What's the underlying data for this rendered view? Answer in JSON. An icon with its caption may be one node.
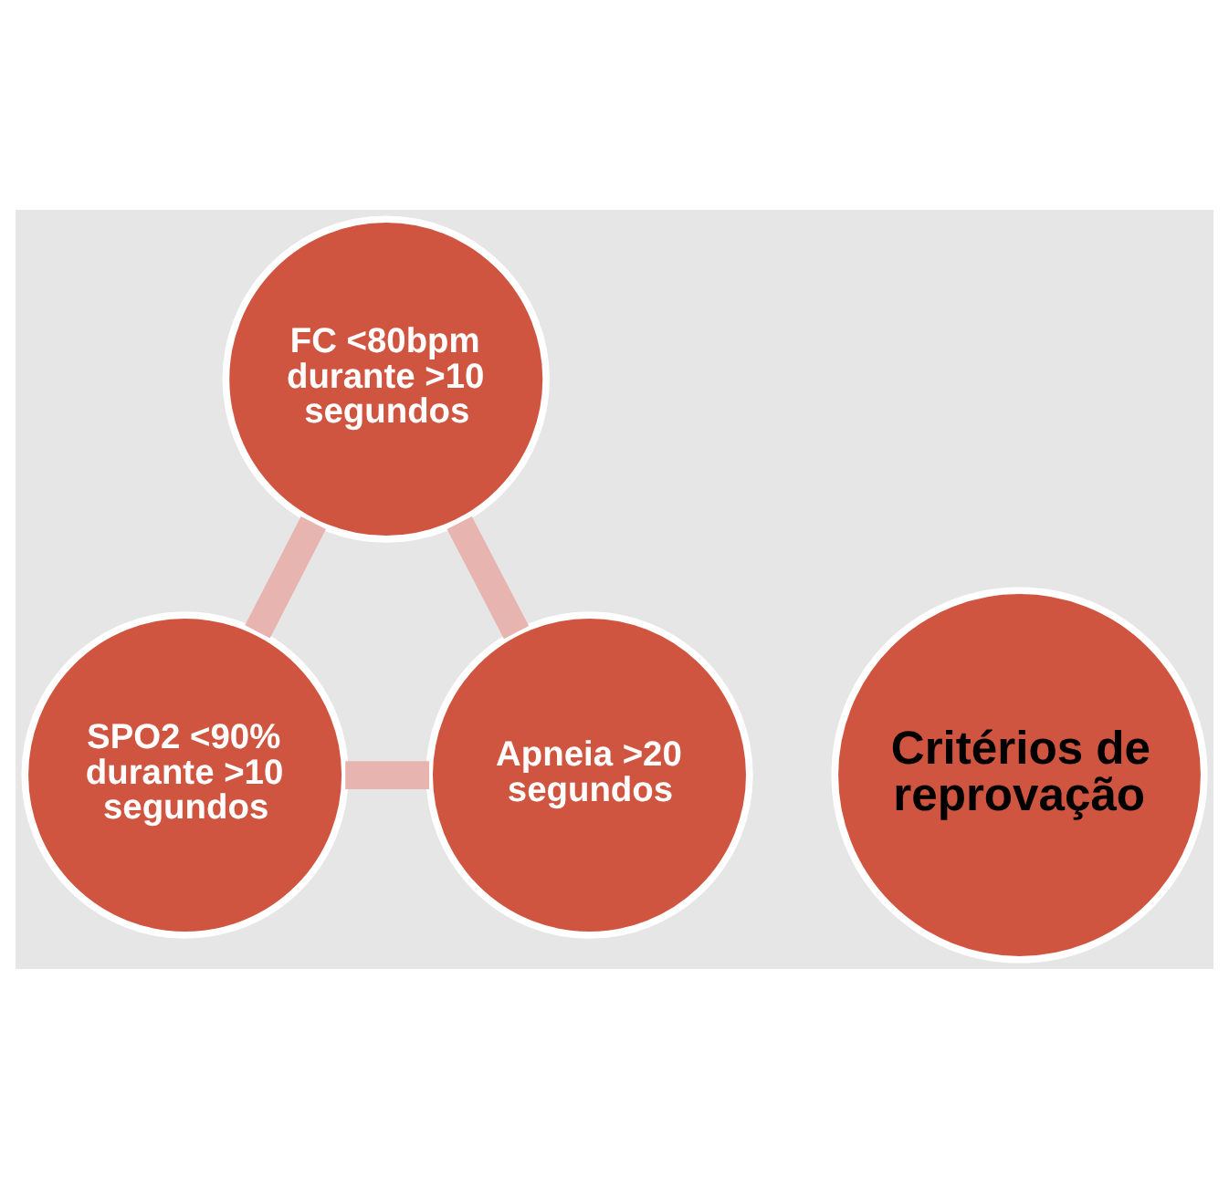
{
  "diagram": {
    "nodes": [
      {
        "text": [
          "FC <80bpm durante >10 segundos"
        ]
      },
      {
        "text": [
          "Critérios de reprovação"
        ]
      },
      {
        "text": [
          "Apneia >20 segundos"
        ]
      },
      {
        "text": [
          "SPO2 <90% durante >10 segundos"
        ]
      }
    ],
    "edges": [
      {
        "from": 0,
        "to": 3,
        "arrow": "none"
      },
      {
        "from": 3,
        "to": 2,
        "arrow": "none"
      },
      {
        "from": 2,
        "to": 0,
        "arrow": "none"
      }
    ]
  }
}
